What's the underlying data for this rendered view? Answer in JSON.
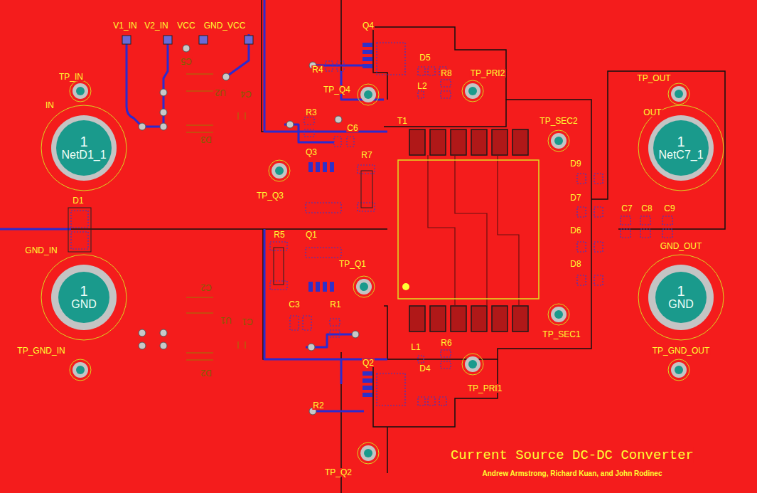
{
  "diagram": {
    "title": "Current Source DC-DC Converter",
    "caption": "Andrew Armstrong, Richard Kuan, and John Rodinec",
    "nodes": [
      {
        "text": [
          "1",
          "NetD1_1"
        ]
      },
      {
        "text": [
          "1",
          "GND"
        ]
      },
      {
        "text": [
          "1",
          "NetC7_1"
        ]
      },
      {
        "text": [
          "1",
          "GND"
        ]
      }
    ],
    "labels": [
      "V1_IN",
      "V2_IN",
      "VCC",
      "GND_VCC",
      "Q4",
      "C5",
      "TP_IN",
      "R4",
      "D5",
      "R8",
      "TP_PRI2",
      "TP_OUT",
      "U2",
      "C4",
      "L2",
      "TP_Q4",
      "IN",
      "OUT",
      "R3",
      "T1",
      "TP_SEC2",
      "C6",
      "D3",
      "Q3",
      "R7",
      "D9",
      "TP_Q3",
      "D7",
      "D1",
      "C7",
      "C8",
      "C9",
      "D6",
      "R5",
      "Q1",
      "GND_OUT",
      "GND_IN",
      "D8",
      "TP_Q1",
      "C2",
      "C3",
      "R1",
      "U1",
      "C1",
      "TP_SEC1",
      "R6",
      "L1",
      "TP_GND_IN",
      "TP_GND_OUT",
      "Q2",
      "D4",
      "D2",
      "TP_PRI1",
      "R2",
      "TP_Q2"
    ]
  }
}
